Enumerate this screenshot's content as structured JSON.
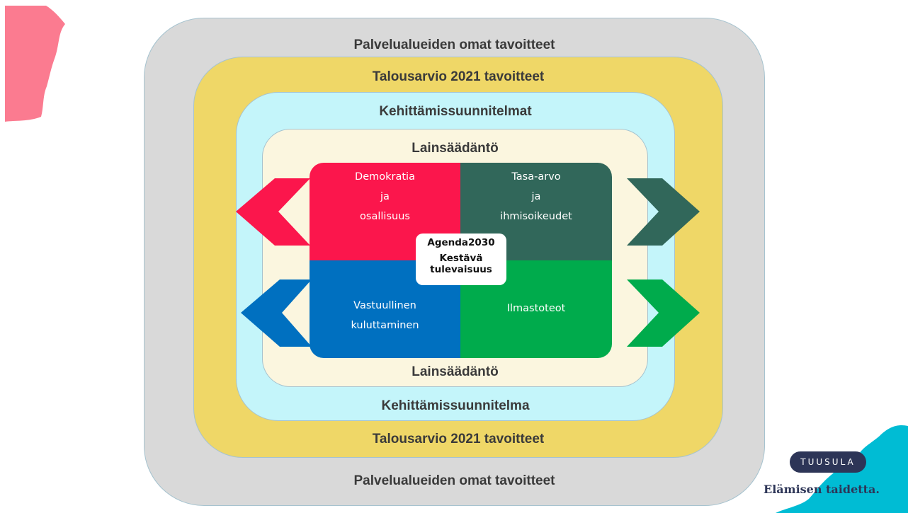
{
  "layers": {
    "outer_top": "Palvelualueiden omat tavoitteet",
    "outer_bottom": "Palvelualueiden omat tavoitteet",
    "budget_top": "Talousarvio 2021 tavoitteet",
    "budget_bottom": "Talousarvio 2021 tavoitteet",
    "development_top": "Kehittämissuunnitelmat",
    "development_bottom": "Kehittämissuunnitelma",
    "legislation_top": "Lainsäädäntö",
    "legislation_bottom": "Lainsäädäntö"
  },
  "quadrants": {
    "democracy": [
      "Demokratia",
      "ja",
      "osallisuus"
    ],
    "equality": [
      "Tasa-arvo",
      "ja",
      "ihmisoikeudet"
    ],
    "consumption": [
      "Vastuullinen",
      "kuluttaminen"
    ],
    "climate": [
      "Ilmastoteot"
    ]
  },
  "center": {
    "line1": "Agenda2030",
    "line2": "Kestävä",
    "line3": "tulevaisuus"
  },
  "brand": {
    "name": "TUUSULA",
    "tagline": "Elämisen taidetta."
  },
  "colors": {
    "outer": "#d9d9d9",
    "budget": "#efd767",
    "development": "#c4f5fa",
    "legislation": "#fbf6df",
    "democracy": "#fb164c",
    "equality": "#31675a",
    "consumption": "#0070c0",
    "climate": "#00ab4c",
    "brand_pink": "#fb7b90",
    "brand_cyan": "#00bcd4"
  }
}
